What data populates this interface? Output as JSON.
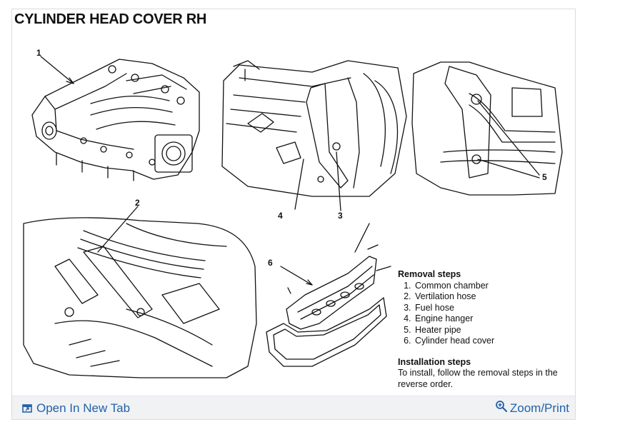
{
  "figure": {
    "title": "CYLINDER HEAD COVER RH",
    "callouts": [
      "1",
      "2",
      "3",
      "4",
      "5",
      "6"
    ],
    "removal_heading": "Removal steps",
    "removal_steps": [
      "Common chamber",
      "Vertilation hose",
      "Fuel hose",
      "Engine hanger",
      "Heater pipe",
      "Cylinder head cover"
    ],
    "installation_heading": "Installation steps",
    "installation_text": "To install, follow the removal steps in the reverse order."
  },
  "footer": {
    "open_tab_label": "Open In New Tab",
    "zoom_print_label": "Zoom/Print",
    "link_color": "#2461a8",
    "open_tab_icon": "open-in-new-tab-icon",
    "zoom_icon": "zoom-in-icon"
  }
}
